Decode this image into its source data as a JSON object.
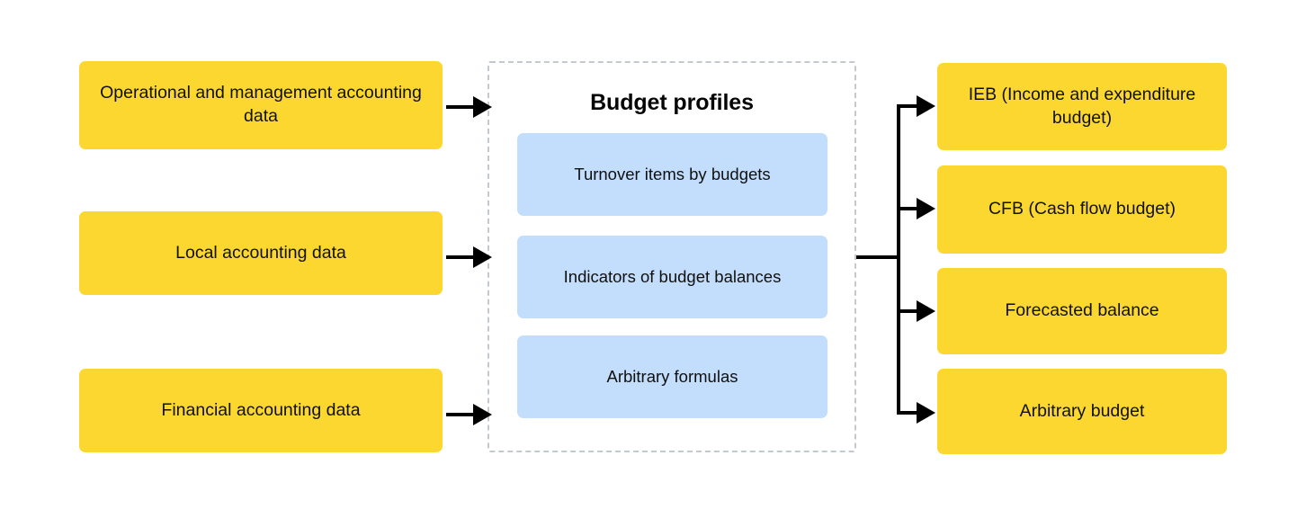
{
  "diagram": {
    "title_center": "Budget profiles",
    "colors": {
      "source_box": "#FCD730",
      "output_box": "#FCD730",
      "profile_box": "#C3DDFD",
      "container_border": "#C4C8CF",
      "connector": "#000000",
      "text": "#10110F",
      "background": "#FFFFFF"
    },
    "sources": [
      {
        "id": "operational-management-accounting-data",
        "label": "Operational and management accounting data"
      },
      {
        "id": "local-accounting-data",
        "label": "Local accounting data"
      },
      {
        "id": "financial-accounting-data",
        "label": "Financial accounting data"
      }
    ],
    "profiles": [
      {
        "id": "turnover-items-by-budgets",
        "label": "Turnover items by budgets"
      },
      {
        "id": "indicators-of-budget-balances",
        "label": "Indicators of budget balances"
      },
      {
        "id": "arbitrary-formulas",
        "label": "Arbitrary formulas"
      }
    ],
    "outputs": [
      {
        "id": "ieb",
        "label": "IEB (Income and expenditure budget)"
      },
      {
        "id": "cfb",
        "label": "CFB (Cash flow budget)"
      },
      {
        "id": "forecasted-balance",
        "label": "Forecasted balance"
      },
      {
        "id": "arbitrary-budget",
        "label": "Arbitrary budget"
      }
    ]
  }
}
